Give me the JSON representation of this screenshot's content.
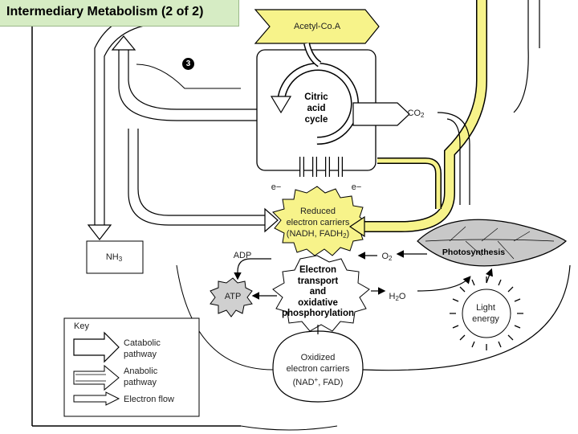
{
  "title": "Intermediary Metabolism (2 of 2)",
  "step_badge": "3",
  "labels": {
    "acetyl_coa": "Acetyl-Co.A",
    "citric_acid_cycle": [
      "Citric",
      "acid",
      "cycle"
    ],
    "co2": "CO",
    "co2_sub": "2",
    "e_left": "e−",
    "e_right": "e−",
    "reduced_carriers": [
      "Reduced",
      "electron carriers"
    ],
    "reduced_carriers_formula_prefix": "(NADH, FADH",
    "reduced_carriers_formula_sub": "2",
    "reduced_carriers_formula_suffix": ")",
    "nh3": "NH",
    "nh3_sub": "3",
    "adp": "ADP",
    "atp": "ATP",
    "o2": "O",
    "o2_sub": "2",
    "photosynthesis": "Photosynthesis",
    "electron_transport": [
      "Electron",
      "transport",
      "and",
      "oxidative",
      "phosphorylation"
    ],
    "h2o_prefix": "H",
    "h2o_sub": "2",
    "h2o_suffix": "O",
    "light_energy": [
      "Light",
      "energy"
    ],
    "oxidized_carriers": [
      "Oxidized",
      "electron carriers"
    ],
    "oxidized_formula_prefix": "(NAD",
    "oxidized_formula_sup": "+",
    "oxidized_formula_suffix": ", FAD)"
  },
  "key": {
    "title": "Key",
    "items": [
      {
        "label_lines": [
          "Catabolic",
          "pathway"
        ],
        "style": "catabolic"
      },
      {
        "label_lines": [
          "Anabolic",
          "pathway"
        ],
        "style": "anabolic"
      },
      {
        "label_lines": [
          "Electron flow"
        ],
        "style": "electron"
      }
    ]
  },
  "colors": {
    "title_bg": "#d6ecc4",
    "highlight_yellow": "#f7f38a",
    "line": "#000000"
  }
}
